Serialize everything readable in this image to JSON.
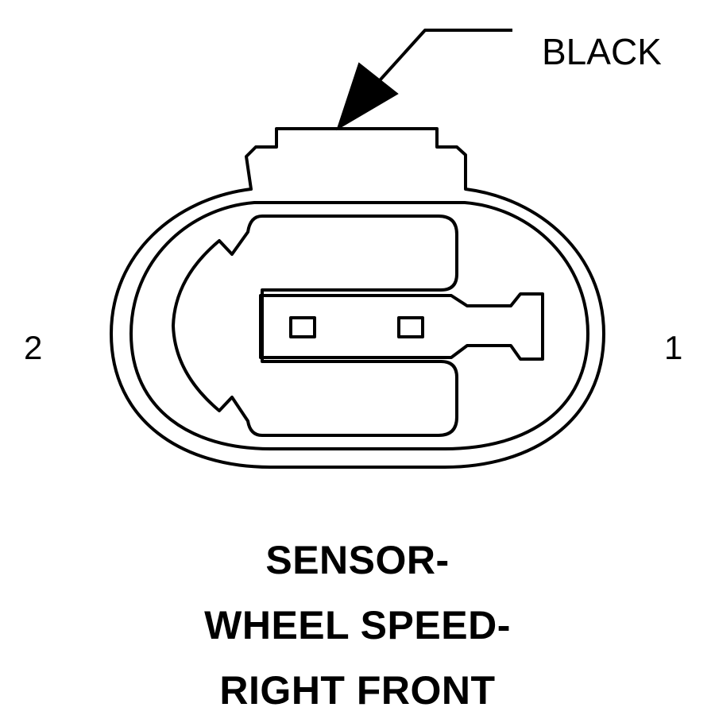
{
  "callout": {
    "color_label": "BLACK"
  },
  "pins": {
    "left": "2",
    "right": "1"
  },
  "caption": {
    "line1": "SENSOR-",
    "line2": "WHEEL SPEED-",
    "line3": "RIGHT FRONT"
  },
  "colors": {
    "line": "#000000",
    "background": "#ffffff"
  }
}
